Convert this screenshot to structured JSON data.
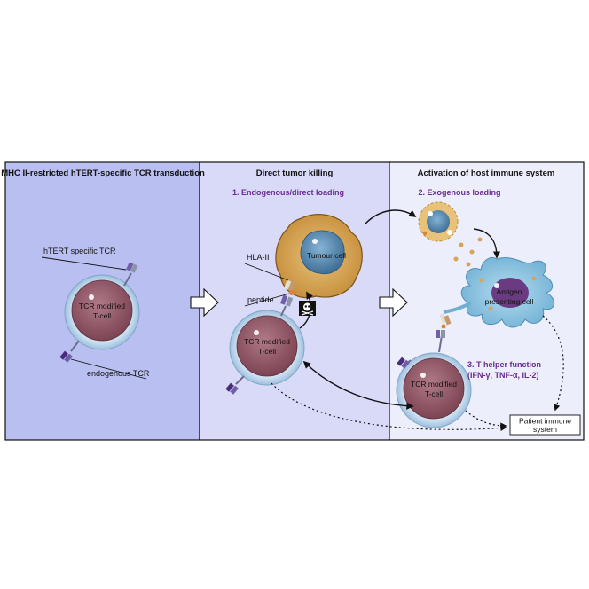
{
  "panels": [
    {
      "title": "MHC II-restricted hTERT-specific TCR transduction"
    },
    {
      "title": "Direct tumor killing",
      "step": "1. Endogenous/direct loading"
    },
    {
      "title": "Activation of host immune system",
      "step": "2. Exogenous loading"
    }
  ],
  "labels": {
    "htert_tcr": "hTERT specific TCR",
    "endogenous_tcr": "endogenous TCR",
    "tcell_line1": "TCR modified",
    "tcell_line2": "T-cell",
    "hla": "HLA-II",
    "peptide": "peptide",
    "tumour": "Tumour cell",
    "apc_line1": "Antigen",
    "apc_line2": "presenting cell",
    "step3_line1": "3. T helper function",
    "step3_line2": "(IFN-γ, TNF-α, IL-2)",
    "patient_line1": "Patient immune",
    "patient_line2": "system"
  },
  "colors": {
    "panel1": "#b9bff0",
    "panel2": "#d8daf8",
    "panel3": "#eceefc",
    "step_text": "#6a2c91",
    "tcell_fill": "#9c6170",
    "tumour_fill": "#d8a750",
    "nucleus": "#5f8fb5",
    "apc_fill": "#8ec4e0",
    "apc_nucleus": "#6a3b80"
  },
  "icons": [
    "skull-icon",
    "arrow-icon"
  ]
}
